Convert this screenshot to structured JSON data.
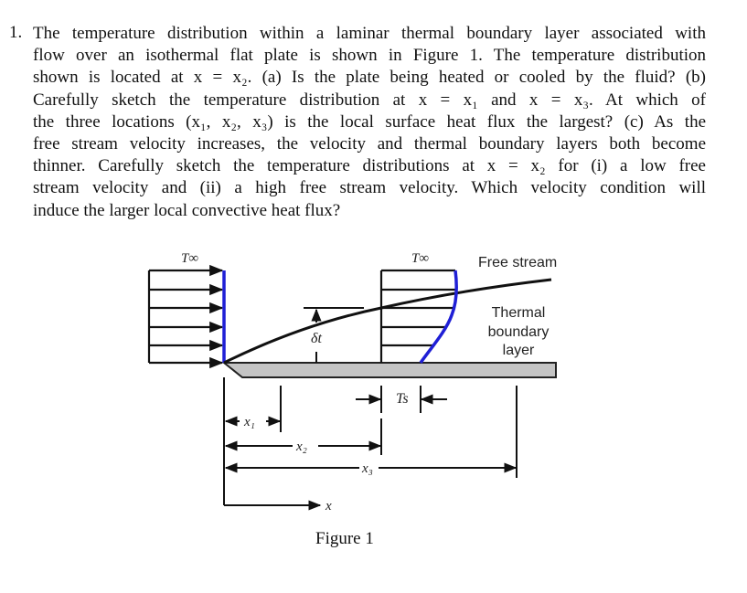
{
  "problem": {
    "number": "1.",
    "lines": [
      "The temperature distribution within a laminar thermal boundary layer associated with",
      "flow over an isothermal flat plate is shown in Figure 1. The temperature distribution",
      "shown is located at x = x₂. (a) Is the plate being heated or cooled by the fluid? (b)",
      "Carefully sketch the temperature distribution at x = x₁ and x = x₃. At which of",
      "the three locations (x₁, x₂, x₃) is the local surface heat flux the largest? (c) As the",
      "free stream velocity increases, the velocity and thermal boundary layers both become",
      "thinner. Carefully sketch the temperature distributions at x = x₂ for (i) a low free",
      "stream velocity and (ii) a high free stream velocity. Which velocity condition will",
      "induce the larger local convective heat flux?"
    ]
  },
  "figure": {
    "t_inf_left": "T∞",
    "t_inf_right": "T∞",
    "free_stream": "Free stream",
    "tbl_lines": [
      "Thermal",
      "boundary",
      "layer"
    ],
    "delta_t": "δt",
    "t_s": "Ts",
    "x1": "x₁",
    "x2": "x₂",
    "x3": "x₃",
    "x_axis": "x",
    "caption": "Figure 1",
    "profile_color": "#1f1fd6"
  }
}
